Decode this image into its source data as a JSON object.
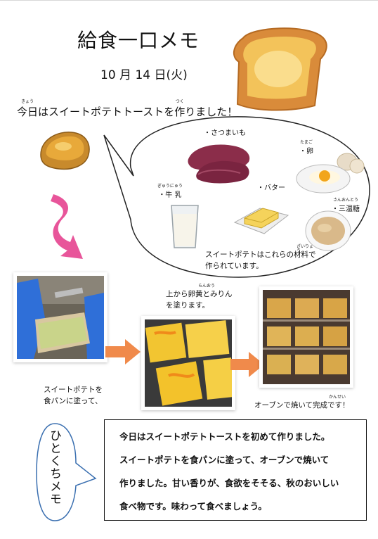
{
  "title": "給食一口メモ",
  "date": "10 月 14 日(火)",
  "lead": {
    "pre": "今日",
    "pre_ruby": "きょう",
    "mid": "はスイートポテトトーストを",
    "verb": "作",
    "verb_ruby": "つく",
    "post": "りました！"
  },
  "ingredients": {
    "sweet_potato": "・さつまいも",
    "egg": "・卵",
    "egg_ruby": "たまご",
    "milk": "・牛 乳",
    "milk_ruby": "ぎゅうにゅう",
    "butter": "・バター",
    "sugar": "・三温糖",
    "sugar_ruby": "さんおんとう",
    "note_line1": "スイートポテトはこれらの材料で",
    "note_ruby": "ざいりょう",
    "note_line2": "作られています。"
  },
  "steps": {
    "step1_line1": "スイートポテトを",
    "step1_line2": "食パンに塗って、",
    "step2_line1": "上から卵黄とみりん",
    "step2_ruby": "らんおう",
    "step2_line2": "を塗ります。",
    "step3": "オーブンで焼いて完成です！",
    "step3_ruby": "かんせい"
  },
  "memo": {
    "label": "ひとくちメモ",
    "line1": "今日はスイートポテトトーストを初めて作りました。",
    "line2": "スイートポテトを食パンに塗って、オーブンで焼いて",
    "line3": "作りました。甘い香りが、食欲をそそる、秋のおいしい",
    "line4": "食べ物です。味わって食べましょう。"
  },
  "colors": {
    "arrow_pink": "#e8559a",
    "arrow_orange": "#f08a4b",
    "bubble_border": "#222222"
  }
}
